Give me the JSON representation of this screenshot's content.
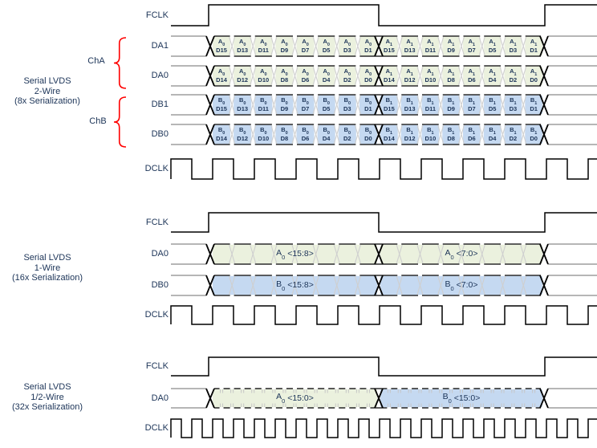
{
  "colors": {
    "text": "#1b3357",
    "red": "#ff0000",
    "green": "#ebf1de",
    "blue": "#c5d9f1",
    "rail": "#8a8a8a",
    "faint": "#cfcfcf",
    "tick": "#c6c6c6",
    "stroke": "#000000"
  },
  "groups": [
    {
      "title": [
        "Serial LVDS",
        "2-Wire",
        "(8x Serialization)"
      ],
      "channels": [
        {
          "label": "ChA"
        },
        {
          "label": "ChB"
        }
      ],
      "rows": [
        {
          "label": "FCLK",
          "kind": "fclk"
        },
        {
          "label": "DA1",
          "kind": "bus",
          "color": "green",
          "cells": [
            {
              "g": "A0",
              "b": "D15"
            },
            {
              "g": "A0",
              "b": "D13"
            },
            {
              "g": "A0",
              "b": "D11"
            },
            {
              "g": "A0",
              "b": "D9"
            },
            {
              "g": "A0",
              "b": "D7"
            },
            {
              "g": "A0",
              "b": "D5"
            },
            {
              "g": "A0",
              "b": "D3"
            },
            {
              "g": "A0",
              "b": "D1"
            },
            {
              "g": "A1",
              "b": "D15"
            },
            {
              "g": "A1",
              "b": "D13"
            },
            {
              "g": "A1",
              "b": "D11"
            },
            {
              "g": "A1",
              "b": "D9"
            },
            {
              "g": "A1",
              "b": "D7"
            },
            {
              "g": "A1",
              "b": "D5"
            },
            {
              "g": "A1",
              "b": "D3"
            },
            {
              "g": "A1",
              "b": "D1"
            }
          ]
        },
        {
          "label": "DA0",
          "kind": "bus",
          "color": "green",
          "cells": [
            {
              "g": "A0",
              "b": "D14"
            },
            {
              "g": "A0",
              "b": "D12"
            },
            {
              "g": "A0",
              "b": "D10"
            },
            {
              "g": "A0",
              "b": "D8"
            },
            {
              "g": "A0",
              "b": "D6"
            },
            {
              "g": "A0",
              "b": "D4"
            },
            {
              "g": "A0",
              "b": "D2"
            },
            {
              "g": "A0",
              "b": "D0"
            },
            {
              "g": "A1",
              "b": "D14"
            },
            {
              "g": "A1",
              "b": "D12"
            },
            {
              "g": "A1",
              "b": "D10"
            },
            {
              "g": "A1",
              "b": "D8"
            },
            {
              "g": "A1",
              "b": "D6"
            },
            {
              "g": "A1",
              "b": "D4"
            },
            {
              "g": "A1",
              "b": "D2"
            },
            {
              "g": "A1",
              "b": "D0"
            }
          ]
        },
        {
          "label": "DB1",
          "kind": "bus",
          "color": "blue",
          "cells": [
            {
              "g": "B0",
              "b": "D15"
            },
            {
              "g": "B0",
              "b": "D13"
            },
            {
              "g": "B0",
              "b": "D11"
            },
            {
              "g": "B0",
              "b": "D9"
            },
            {
              "g": "B0",
              "b": "D7"
            },
            {
              "g": "B0",
              "b": "D5"
            },
            {
              "g": "B0",
              "b": "D3"
            },
            {
              "g": "B0",
              "b": "D1"
            },
            {
              "g": "B1",
              "b": "D15"
            },
            {
              "g": "B1",
              "b": "D13"
            },
            {
              "g": "B1",
              "b": "D11"
            },
            {
              "g": "B1",
              "b": "D9"
            },
            {
              "g": "B1",
              "b": "D7"
            },
            {
              "g": "B1",
              "b": "D5"
            },
            {
              "g": "B1",
              "b": "D3"
            },
            {
              "g": "B1",
              "b": "D1"
            }
          ]
        },
        {
          "label": "DB0",
          "kind": "bus",
          "color": "blue",
          "cells": [
            {
              "g": "B0",
              "b": "D14"
            },
            {
              "g": "B0",
              "b": "D12"
            },
            {
              "g": "B0",
              "b": "D10"
            },
            {
              "g": "B0",
              "b": "D8"
            },
            {
              "g": "B0",
              "b": "D6"
            },
            {
              "g": "B0",
              "b": "D4"
            },
            {
              "g": "B0",
              "b": "D2"
            },
            {
              "g": "B0",
              "b": "D0"
            },
            {
              "g": "B1",
              "b": "D14"
            },
            {
              "g": "B1",
              "b": "D12"
            },
            {
              "g": "B1",
              "b": "D10"
            },
            {
              "g": "B1",
              "b": "D8"
            },
            {
              "g": "B1",
              "b": "D6"
            },
            {
              "g": "B1",
              "b": "D4"
            },
            {
              "g": "B1",
              "b": "D2"
            },
            {
              "g": "B1",
              "b": "D0"
            }
          ]
        },
        {
          "label": "DCLK",
          "kind": "dclk"
        }
      ]
    },
    {
      "title": [
        "Serial LVDS",
        "1-Wire",
        "(16x Serialization)"
      ],
      "channels": [],
      "rows": [
        {
          "label": "FCLK",
          "kind": "fclk"
        },
        {
          "label": "DA0",
          "kind": "bus",
          "color": "green",
          "cells": [
            {
              "g": "A0",
              "b": "<15:8>"
            },
            {
              "g": "A0",
              "b": "<7:0>"
            }
          ]
        },
        {
          "label": "DB0",
          "kind": "bus",
          "color": "blue",
          "cells": [
            {
              "g": "B0",
              "b": "<15:8>"
            },
            {
              "g": "B0",
              "b": "<7:0>"
            }
          ]
        },
        {
          "label": "DCLK",
          "kind": "dclk"
        }
      ]
    },
    {
      "title": [
        "Serial LVDS",
        "1/2-Wire",
        "(32x Serialization)"
      ],
      "channels": [],
      "rows": [
        {
          "label": "FCLK",
          "kind": "fclk"
        },
        {
          "label": "DA0",
          "kind": "bus",
          "color": "green",
          "cells": [
            {
              "g": "A0",
              "b": "<15:0>",
              "c": "green"
            },
            {
              "g": "B0",
              "b": "<15:0>",
              "c": "blue"
            }
          ]
        },
        {
          "label": "DCLK",
          "kind": "dclk"
        }
      ]
    }
  ]
}
